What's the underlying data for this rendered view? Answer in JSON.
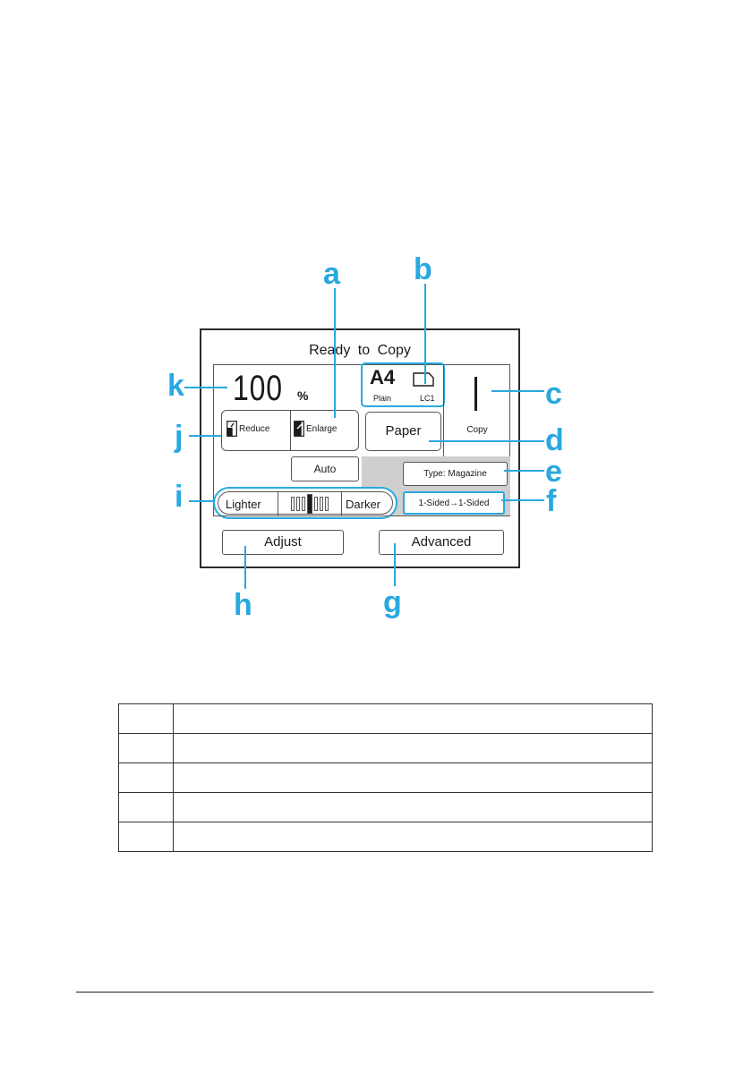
{
  "panel": {
    "title": "Ready to Copy",
    "ratio": "100",
    "ratio_unit": "%",
    "paper_size": "A4",
    "paper_type": "Plain",
    "paper_source": "LC1",
    "copies": "1",
    "copies_label": "Copy",
    "reduce_label": "Reduce",
    "enlarge_label": "Enlarge",
    "paper_button": "Paper",
    "auto_button": "Auto",
    "type_button": "Type: Magazine",
    "sided_button": "1-Sided→1-Sided",
    "lighter_label": "Lighter",
    "darker_label": "Darker",
    "density_level": 4,
    "density_steps": 7,
    "adjust_button": "Adjust",
    "advanced_button": "Advanced"
  },
  "callouts": {
    "a": "a",
    "b": "b",
    "c": "c",
    "d": "d",
    "e": "e",
    "f": "f",
    "g": "g",
    "h": "h",
    "i": "i",
    "j": "j",
    "k": "k"
  },
  "colors": {
    "callout": "#28a9e0",
    "border": "#555555"
  },
  "table": {
    "rows": [
      [
        "",
        ""
      ],
      [
        "",
        ""
      ],
      [
        "",
        ""
      ],
      [
        "",
        ""
      ],
      [
        "",
        ""
      ]
    ]
  }
}
